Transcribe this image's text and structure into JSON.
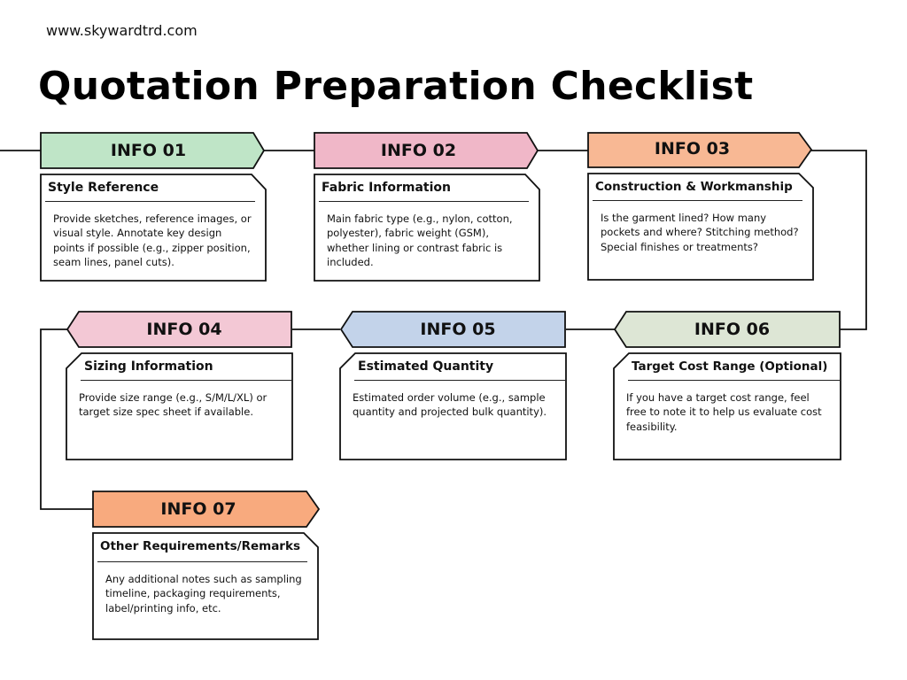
{
  "site_url": "www.skywardtrd.com",
  "title": "Quotation Preparation Checklist",
  "steps": [
    {
      "tag": "INFO 01",
      "heading": "Style Reference",
      "body": "Provide sketches, reference images, or visual style. Annotate key design points if possible (e.g., zipper position, seam lines, panel cuts).",
      "color": "#bfe5c7"
    },
    {
      "tag": "INFO 02",
      "heading": "Fabric Information",
      "body": "Main fabric type (e.g., nylon, cotton, polyester), fabric weight (GSM), whether lining or contrast fabric is included.",
      "color": "#f0b7c8"
    },
    {
      "tag": "INFO 03",
      "heading": "Construction & Workmanship",
      "body": "Is the garment lined? How many pockets and where? Stitching method? Special finishes or treatments?",
      "color": "#f8b894"
    },
    {
      "tag": "INFO 04",
      "heading": "Sizing Information",
      "body": "Provide size range (e.g., S/M/L/XL) or target size spec sheet if available.",
      "color": "#f3c8d5"
    },
    {
      "tag": "INFO 05",
      "heading": "Estimated Quantity",
      "body": "Estimated order volume (e.g., sample quantity and projected bulk quantity).",
      "color": "#c3d3ea"
    },
    {
      "tag": "INFO 06",
      "heading": "Target Cost Range (Optional)",
      "body": "If you have a target cost range, feel free to note it to help us evaluate cost feasibility.",
      "color": "#dde6d5"
    },
    {
      "tag": "INFO 07",
      "heading": "Other Requirements/Remarks",
      "body": "Any additional notes such as sampling timeline, packaging requirements, label/printing info, etc.",
      "color": "#f8aa7e"
    }
  ]
}
